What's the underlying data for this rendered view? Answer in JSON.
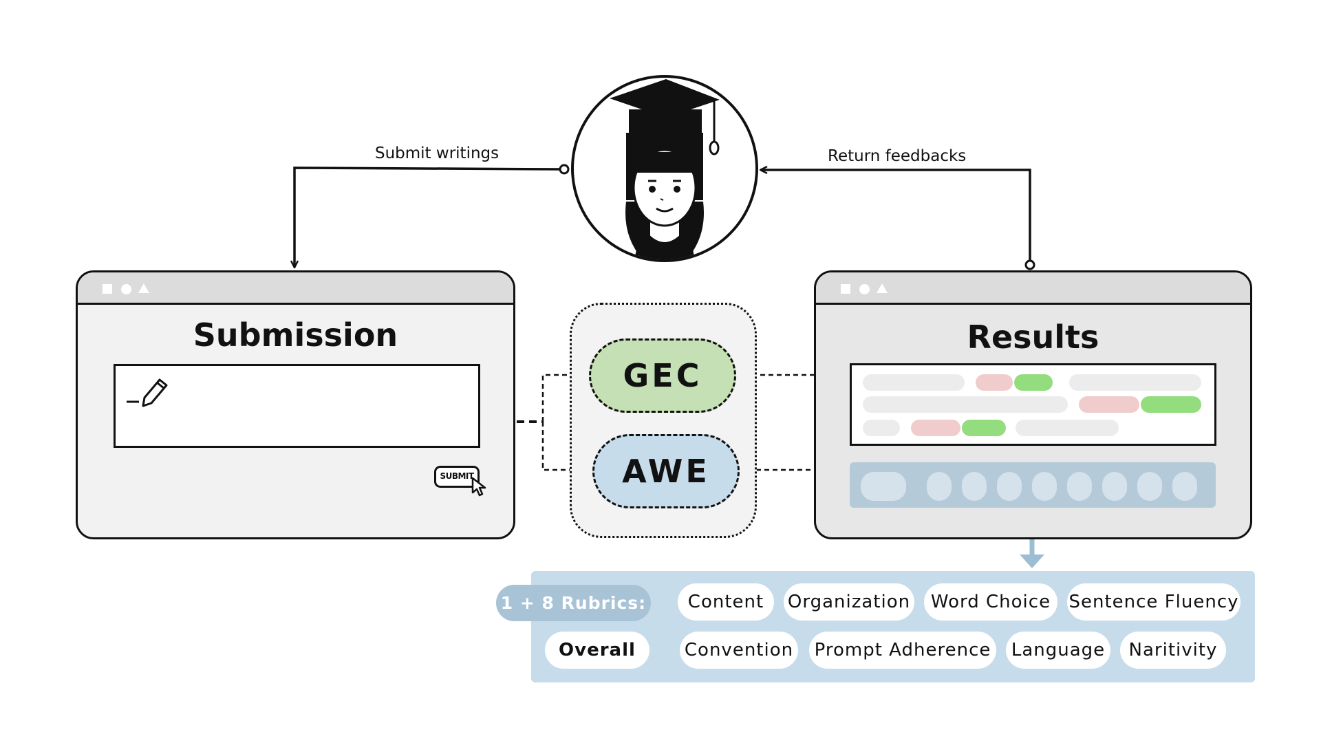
{
  "edges": {
    "submit_label": "Submit writings",
    "return_label": "Return feedbacks"
  },
  "submission": {
    "title": "Submission",
    "submit_button": "SUBMIT"
  },
  "modules": {
    "gec": "GEC",
    "awe": "AWE"
  },
  "results": {
    "title": "Results"
  },
  "rubrics": {
    "header": "1 + 8 Rubrics:",
    "overall": "Overall",
    "items": [
      "Content",
      "Organization",
      "Word Choice",
      "Sentence Fluency",
      "Convention",
      "Prompt Adherence",
      "Language",
      "Naritivity"
    ]
  },
  "colors": {
    "gec_fill": "#c5e0b4",
    "awe_fill": "#c6dceb",
    "error_highlight": "#f0cccc",
    "correction_highlight": "#93dd7e",
    "score_bar": "#b5cad9",
    "rubric_panel": "#c7dceb"
  }
}
